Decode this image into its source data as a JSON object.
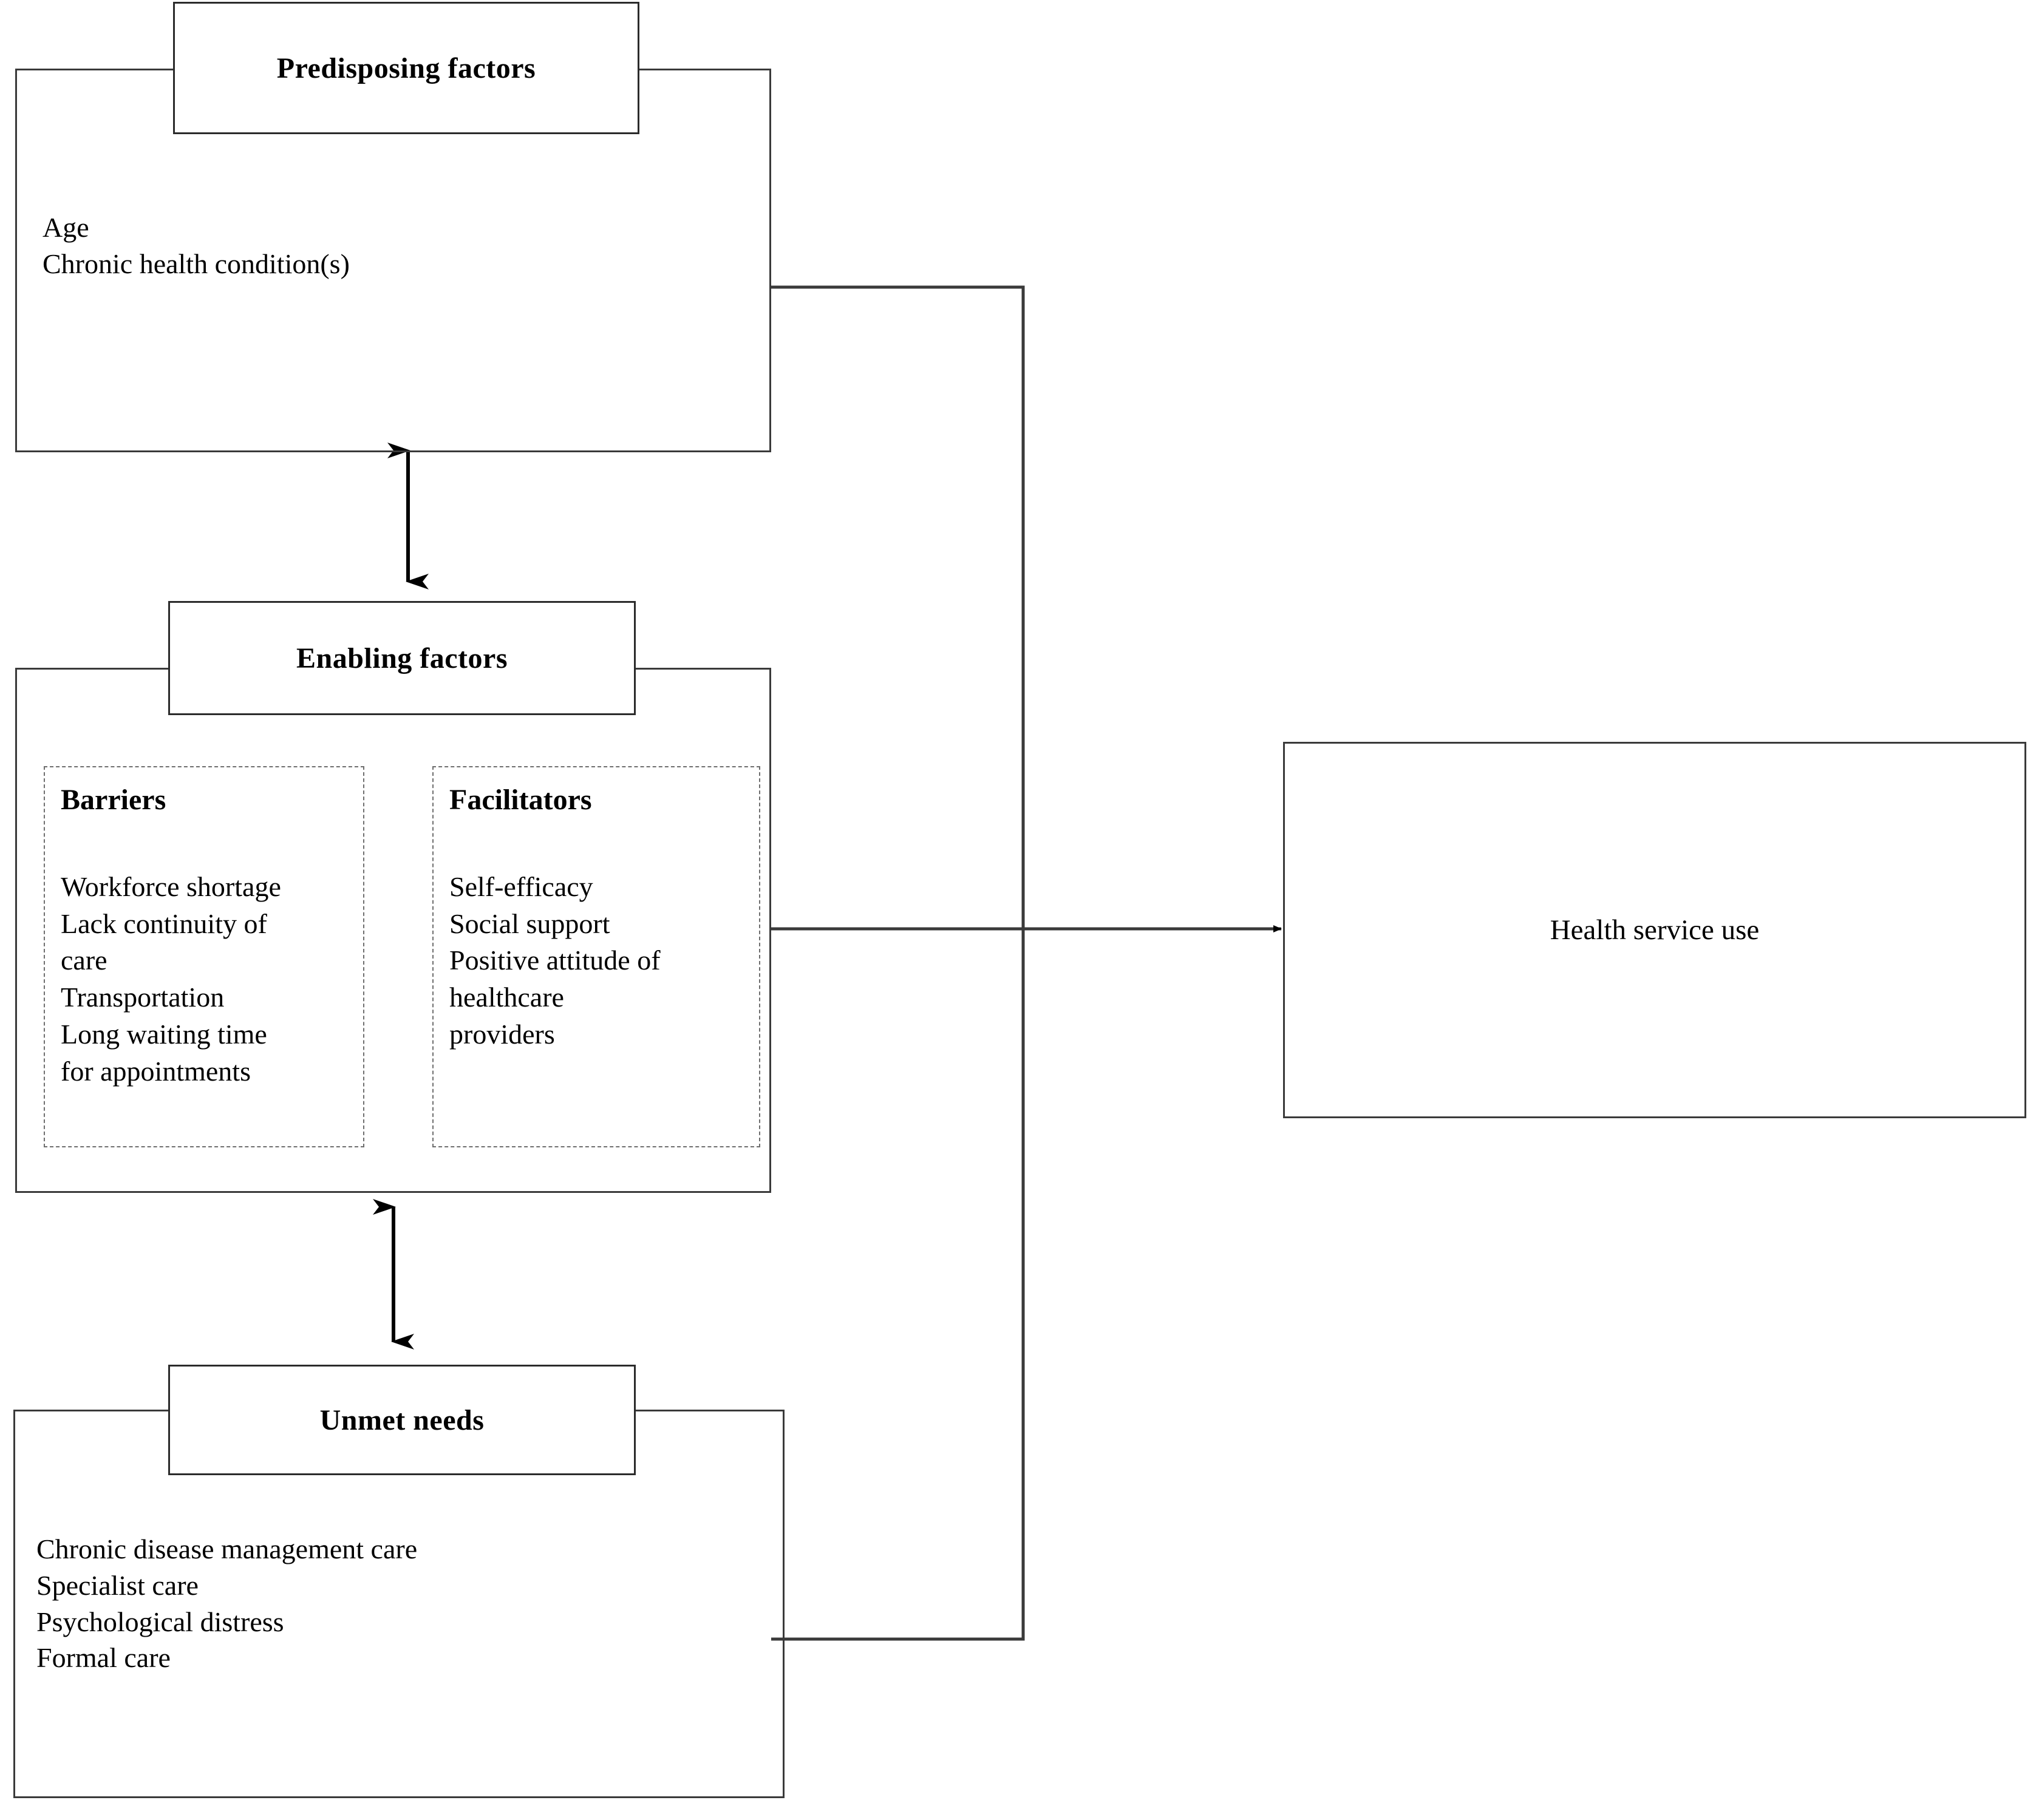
{
  "diagram": {
    "type": "conceptual-framework-flowchart",
    "stroke_color": "#3a3a3a",
    "text_color": "#000000",
    "background": "#ffffff",
    "nodes": [
      {
        "id": "predisposing",
        "title": "Predisposing factors",
        "items": "Age\nChronic health condition(s)"
      },
      {
        "id": "enabling",
        "title": "Enabling factors",
        "subgroups": [
          {
            "id": "barriers",
            "title": "Barriers",
            "items": "Workforce shortage\nLack continuity of\ncare\nTransportation\nLong waiting time\nfor appointments"
          },
          {
            "id": "facilitators",
            "title": "Facilitators",
            "items": "Self-efficacy\nSocial support\nPositive attitude of\nhealthcare\nproviders"
          }
        ]
      },
      {
        "id": "unmet-needs",
        "title": "Unmet needs",
        "items": "Chronic disease management care\nSpecialist care\nPsychological distress\nFormal care"
      },
      {
        "id": "outcome",
        "label": "Health service use"
      }
    ],
    "connectors": [
      {
        "from": "predisposing",
        "to": "enabling",
        "style": "double-headed-vertical-arrow"
      },
      {
        "from": "enabling",
        "to": "unmet-needs",
        "style": "double-headed-vertical-arrow"
      },
      {
        "from": "predisposing",
        "to": "outcome",
        "style": "elbow-line-into-bus"
      },
      {
        "from": "enabling",
        "to": "outcome",
        "style": "straight-arrow"
      },
      {
        "from": "unmet-needs",
        "to": "outcome",
        "style": "elbow-line-into-bus"
      }
    ]
  }
}
